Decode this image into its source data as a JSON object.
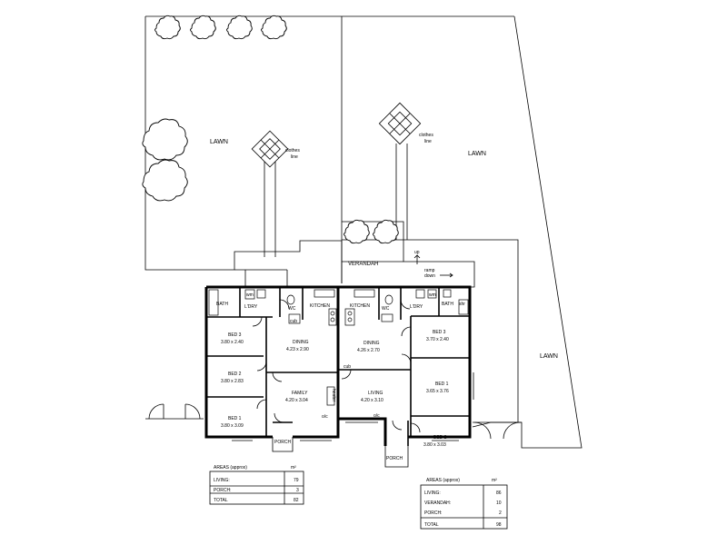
{
  "site": {
    "lawn_left": "LAWN",
    "lawn_right_top": "LAWN",
    "lawn_right_bottom": "LAWN",
    "clothesline_left": [
      "clothes",
      "line"
    ],
    "clothesline_right": [
      "clothes",
      "line"
    ],
    "verandah": "VERANDAH",
    "up": "up",
    "ramp": [
      "ramp",
      "down"
    ]
  },
  "unit_left": {
    "bath": "BATH",
    "wm": "wm",
    "ldry": "L'DRY",
    "wc": "WC",
    "cub": "cub",
    "kitchen": "KITCHEN",
    "bed3": {
      "name": "BED 3",
      "dims": "3.80 x 2.40"
    },
    "bed2": {
      "name": "BED 2",
      "dims": "3.80 x 2.83"
    },
    "bed1": {
      "name": "BED 1",
      "dims": "3.80 x 3.09"
    },
    "dining": {
      "name": "DINING",
      "dims": "4.23 x 2.90"
    },
    "family": {
      "name": "FAMILY",
      "dims": "4.20 x 3.04"
    },
    "heater": "heater",
    "oc": "o/c",
    "porch": "PORCH"
  },
  "unit_right": {
    "kitchen": "KITCHEN",
    "wc": "WC",
    "ldry": "L'DRY",
    "wm": "wm",
    "bath": "BATH",
    "shr": "shr",
    "dining": {
      "name": "DINING",
      "dims": "4.26 x 2.70"
    },
    "cub": "cub",
    "living": {
      "name": "LIVING",
      "dims": "4.20 x 3.10"
    },
    "oc": "o/c",
    "bed3": {
      "name": "BED 3",
      "dims": "3.70 x 2.40"
    },
    "bed1": {
      "name": "BED 1",
      "dims": "3.65 x 3.76"
    },
    "bed2": {
      "name": "BED 2",
      "dims": "3.80 x 3.03"
    },
    "porch": "PORCH"
  },
  "areas_left": {
    "title": "AREAS (approx)",
    "unit": "m²",
    "rows": [
      {
        "label": "LIVING:",
        "value": "79"
      },
      {
        "label": "PORCH:",
        "value": "3"
      }
    ],
    "total": {
      "label": "TOTAL",
      "value": "82"
    }
  },
  "areas_right": {
    "title": "AREAS (approx)",
    "unit": "m²",
    "rows": [
      {
        "label": "LIVING:",
        "value": "86"
      },
      {
        "label": "VERANDAH:",
        "value": "10"
      },
      {
        "label": "PORCH:",
        "value": "2"
      }
    ],
    "total": {
      "label": "TOTAL",
      "value": "98"
    }
  }
}
